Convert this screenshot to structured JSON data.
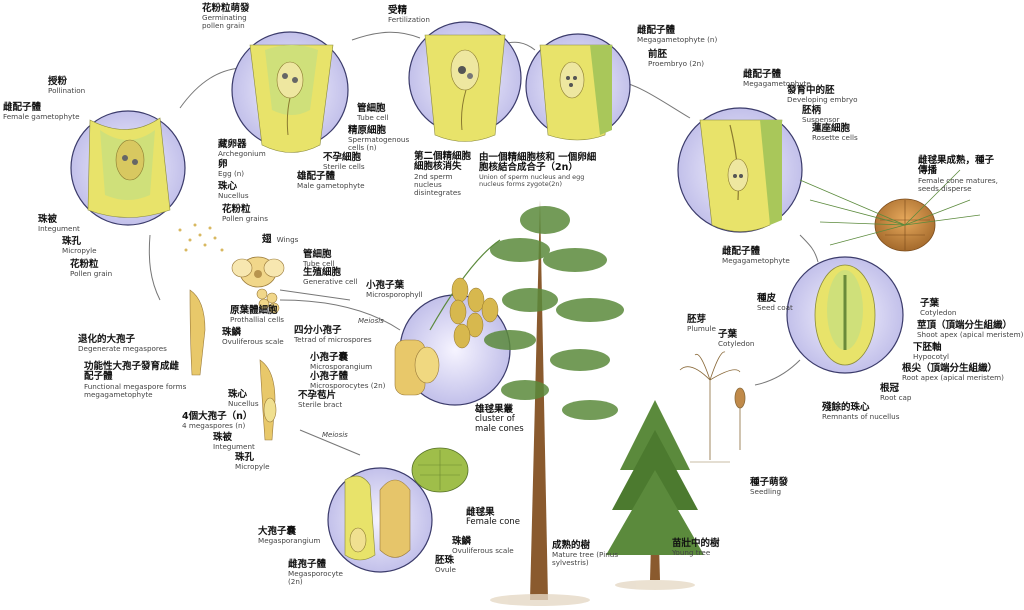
{
  "labels": {
    "germinating_pollen": {
      "zh": "花粉粒萌發",
      "en": "Germinating pollen grain"
    },
    "fertilization": {
      "zh": "受精",
      "en": "Fertilization"
    },
    "megagametophyte_top": {
      "zh": "雌配子體",
      "en": "Megagametophyte (n)"
    },
    "proembryo": {
      "zh": "前胚",
      "en": "Proembryo (2n)"
    },
    "pollination": {
      "zh": "授粉",
      "en": "Pollination"
    },
    "female_gametophyte": {
      "zh": "雌配子體",
      "en": "Female gametophyte"
    },
    "archegonium": {
      "zh": "藏卵器",
      "en": "Archegonium"
    },
    "egg": {
      "zh": "卵",
      "en": "Egg (n)"
    },
    "nucellus_top": {
      "zh": "珠心",
      "en": "Nucellus"
    },
    "pollen_grains": {
      "zh": "花粉粒",
      "en": "Pollen grains"
    },
    "integument_top": {
      "zh": "珠被",
      "en": "Integument"
    },
    "micropyle_top": {
      "zh": "珠孔",
      "en": "Micropyle"
    },
    "pollen_grain": {
      "zh": "花粉粒",
      "en": "Pollen grain"
    },
    "tube_cell_top": {
      "zh": "管細胞",
      "en": "Tube cell"
    },
    "spermatogenous": {
      "zh": "精原細胞",
      "en": "Spermatogenous cells (n)"
    },
    "sterile_cells": {
      "zh": "不孕細胞",
      "en": "Sterile cells"
    },
    "male_gametophyte": {
      "zh": "雄配子體",
      "en": "Male gametophyte"
    },
    "second_sperm": {
      "zh": "第二個精細胞 細胞核消失",
      "en": "2nd sperm nucleus disintegrates"
    },
    "union": {
      "zh": "由一個精細胞核和 一個卵細胞核結合成合子（2n）",
      "en": "Union of sperm nucleus and egg nucleus forms zygote(2n)"
    },
    "megagametophyte_r": {
      "zh": "雌配子體",
      "en": "Megagametophyte"
    },
    "developing_embryo": {
      "zh": "發育中的胚",
      "en": "Developing embryo"
    },
    "suspensor": {
      "zh": "胚柄",
      "en": "Suspensor"
    },
    "rosette": {
      "zh": "蓮座細胞",
      "en": "Rosette cells"
    },
    "cone_matures": {
      "zh": "雌毬果成熟，種子傳播",
      "en": "Female cone matures, seeds disperse"
    },
    "wings": {
      "zh": "翅",
      "en": "Wings"
    },
    "tube_cell_mid": {
      "zh": "管細胞",
      "en": "Tube cell"
    },
    "generative_cell": {
      "zh": "生殖細胞",
      "en": "Generative cell"
    },
    "prothallial": {
      "zh": "原葉體細胞",
      "en": "Prothallial cells"
    },
    "microsporophyll": {
      "zh": "小孢子葉",
      "en": "Microsporophyll"
    },
    "meiosis_1": "Meiosis",
    "tetrad": {
      "zh": "四分小孢子",
      "en": "Tetrad of microspores"
    },
    "megagametophyte_seed": {
      "zh": "雌配子體",
      "en": "Megagametophyte"
    },
    "seed_coat": {
      "zh": "種皮",
      "en": "Seed coat"
    },
    "cotyledon_r": {
      "zh": "子葉",
      "en": "Cotyledon"
    },
    "shoot_apex": {
      "zh": "莖頂（頂端分生組織）",
      "en": "Shoot apex (apical meristem)"
    },
    "hypocotyl": {
      "zh": "下胚軸",
      "en": "Hypocotyl"
    },
    "root_apex": {
      "zh": "根尖（頂端分生組織）",
      "en": "Root apex (apical meristem)"
    },
    "root_cap": {
      "zh": "根冠",
      "en": "Root cap"
    },
    "remnants": {
      "zh": "殘餘的珠心",
      "en": "Remnants of nucellus"
    },
    "plumule": {
      "zh": "胚芽",
      "en": "Plumule"
    },
    "cotyledon_l": {
      "zh": "子葉",
      "en": "Cotyledon"
    },
    "seedling": {
      "zh": "種子萌發",
      "en": "Seedling"
    },
    "degenerate": {
      "zh": "退化的大孢子",
      "en": "Degenerate megaspores"
    },
    "functional": {
      "zh": "功能性大孢子發育成雌配子體",
      "en": "Functional megaspore forms megagametophyte"
    },
    "ovuliferous_mid": {
      "zh": "珠鱗",
      "en": "Ovuliferous scale"
    },
    "nucellus_mid": {
      "zh": "珠心",
      "en": "Nucellus"
    },
    "four_megaspores": {
      "zh": "4個大孢子（n）",
      "en": "4 megaspores (n)"
    },
    "integument_mid": {
      "zh": "珠被",
      "en": "Integument"
    },
    "micropyle_mid": {
      "zh": "珠孔",
      "en": "Micropyle"
    },
    "microsporangium": {
      "zh": "小孢子囊",
      "en": "Microsporangium"
    },
    "microsporocytes": {
      "zh": "小孢子體",
      "en": "Microsporocytes (2n)"
    },
    "sterile_bract": {
      "zh": "不孕苞片",
      "en": "Sterile bract"
    },
    "meiosis_2": "Meiosis",
    "male_cones": {
      "zh": "雄毬果叢",
      "en": "cluster of male cones"
    },
    "female_cone": {
      "zh": "雌毬果",
      "en": "Female cone"
    },
    "megasporangium": {
      "zh": "大孢子囊",
      "en": "Megasporangium"
    },
    "megasporocyte": {
      "zh": "雌孢子體",
      "en": "Megasporocyte (2n)"
    },
    "ovuliferous_bot": {
      "zh": "珠鱗",
      "en": "Ovuliferous scale"
    },
    "ovule": {
      "zh": "胚珠",
      "en": "Ovule"
    },
    "mature_tree": {
      "zh": "成熟的樹",
      "en": "Mature tree (Pinus sylvestris)"
    },
    "young_tree": {
      "zh": "苗壯中的樹",
      "en": "Young tree"
    }
  },
  "colors": {
    "tissue_yellow": "#e8e36a",
    "tissue_green": "#a9c75a",
    "circle_border": "#3b3b6b",
    "cone_brown": "#c08a4a",
    "needle_green": "#5b8a3c",
    "trunk_brown": "#8a5a2e"
  }
}
